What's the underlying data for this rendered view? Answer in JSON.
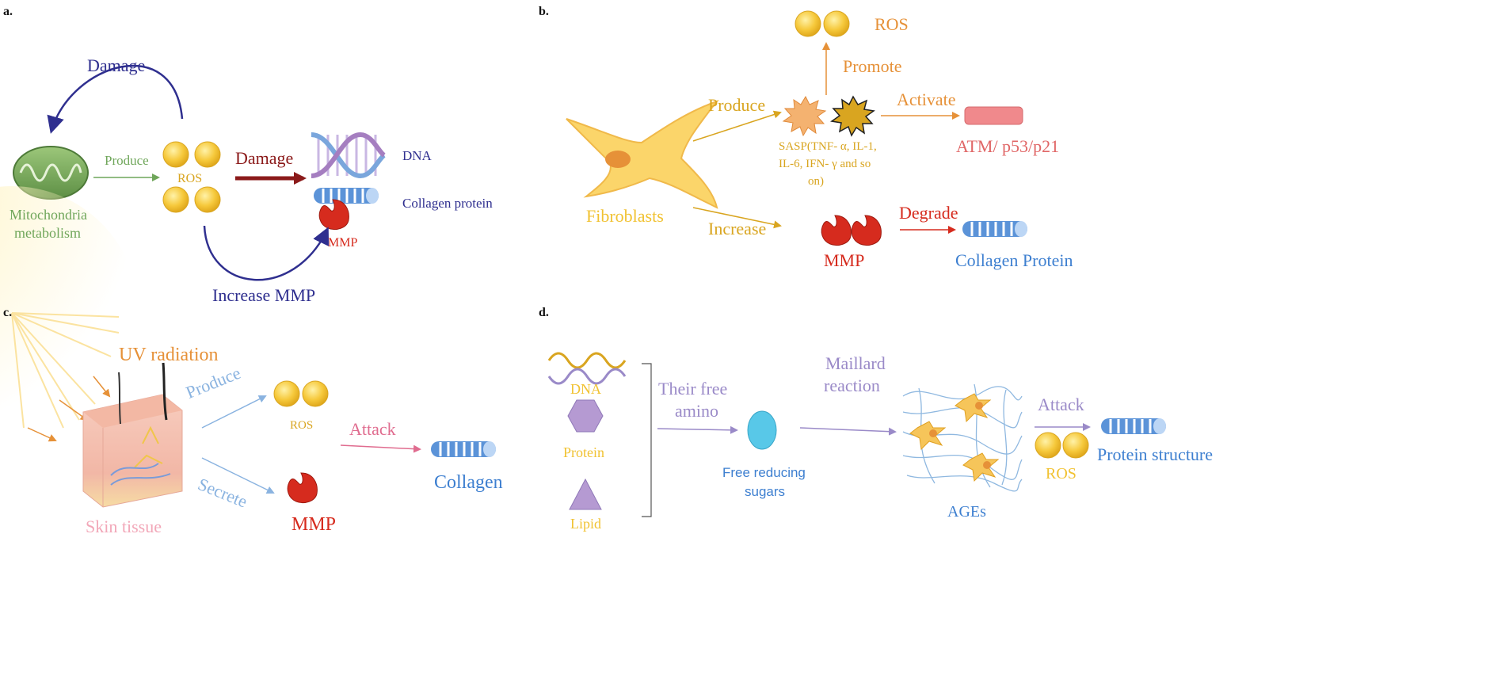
{
  "colors": {
    "navy": "#2f2f8f",
    "green": "#6fa65a",
    "dark_red": "#8b1a1a",
    "ros_yellow": "#f1c232",
    "orange": "#e69138",
    "salmon": "#e06666",
    "red": "#d62b1e",
    "collagen_blue": "#3d7fd0",
    "pink": "#e06c8f",
    "light_blue": "#8ab3e0",
    "purple": "#9a8ac8",
    "gold": "#d9a520"
  },
  "panel_a": {
    "letter": "a.",
    "damage_top": "Damage",
    "produce": "Produce",
    "ros": "ROS",
    "damage_right": "Damage",
    "dna": "DNA",
    "collagen": "Collagen protein",
    "mmp": "MMP",
    "increase_mmp": "Increase MMP",
    "mito_line1": "Mitochondria",
    "mito_line2": "metabolism"
  },
  "panel_b": {
    "letter": "b.",
    "ros": "ROS",
    "promote": "Promote",
    "produce": "Produce",
    "activate": "Activate",
    "atm": "ATM/ p53/p21",
    "sasp_line1": "SASP(TNF- α, IL-1,",
    "sasp_line2": "IL-6, IFN- γ and so",
    "sasp_line3": "on)",
    "fibroblasts": "Fibroblasts",
    "increase": "Increase",
    "degrade": "Degrade",
    "mmp": "MMP",
    "collagen": "Collagen Protein"
  },
  "panel_c": {
    "letter": "c.",
    "uv": "UV radiation",
    "produce": "Produce",
    "ros": "ROS",
    "attack": "Attack",
    "collagen": "Collagen",
    "secrete": "Secrete",
    "mmp": "MMP",
    "skin": "Skin tissue"
  },
  "panel_d": {
    "letter": "d.",
    "dna": "DNA",
    "protein": "Protein",
    "lipid": "Lipid",
    "free_amino_line1": "Their free",
    "free_amino_line2": "amino",
    "maillard_line1": "Maillard",
    "maillard_line2": "reaction",
    "sugars_line1": "Free reducing",
    "sugars_line2": "sugars",
    "ages": "AGEs",
    "attack": "Attack",
    "ros": "ROS",
    "protein_structure": "Protein structure"
  }
}
